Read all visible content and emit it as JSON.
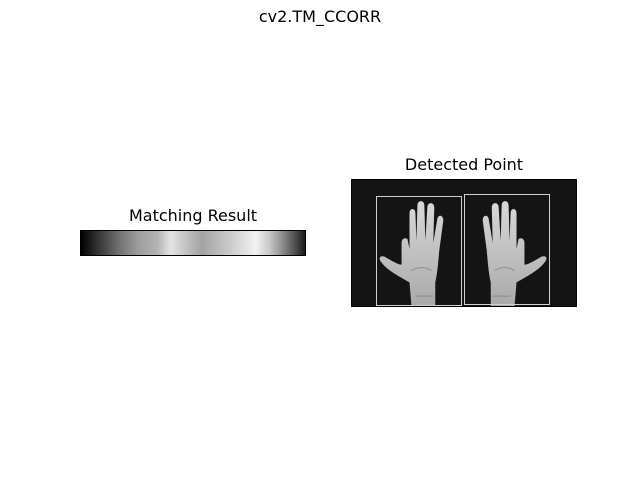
{
  "figure": {
    "suptitle": "cv2.TM_CCORR",
    "left_panel": {
      "title": "Matching Result",
      "image": "grayscale-match-heatmap"
    },
    "right_panel": {
      "title": "Detected Point",
      "image": "two-palms-grayscale-photo",
      "overlay": "detection-rectangles",
      "overlay_color": "#cfcfcf"
    }
  },
  "colors": {
    "background": "#ffffff",
    "text": "#000000",
    "photo_background": "#151515"
  }
}
